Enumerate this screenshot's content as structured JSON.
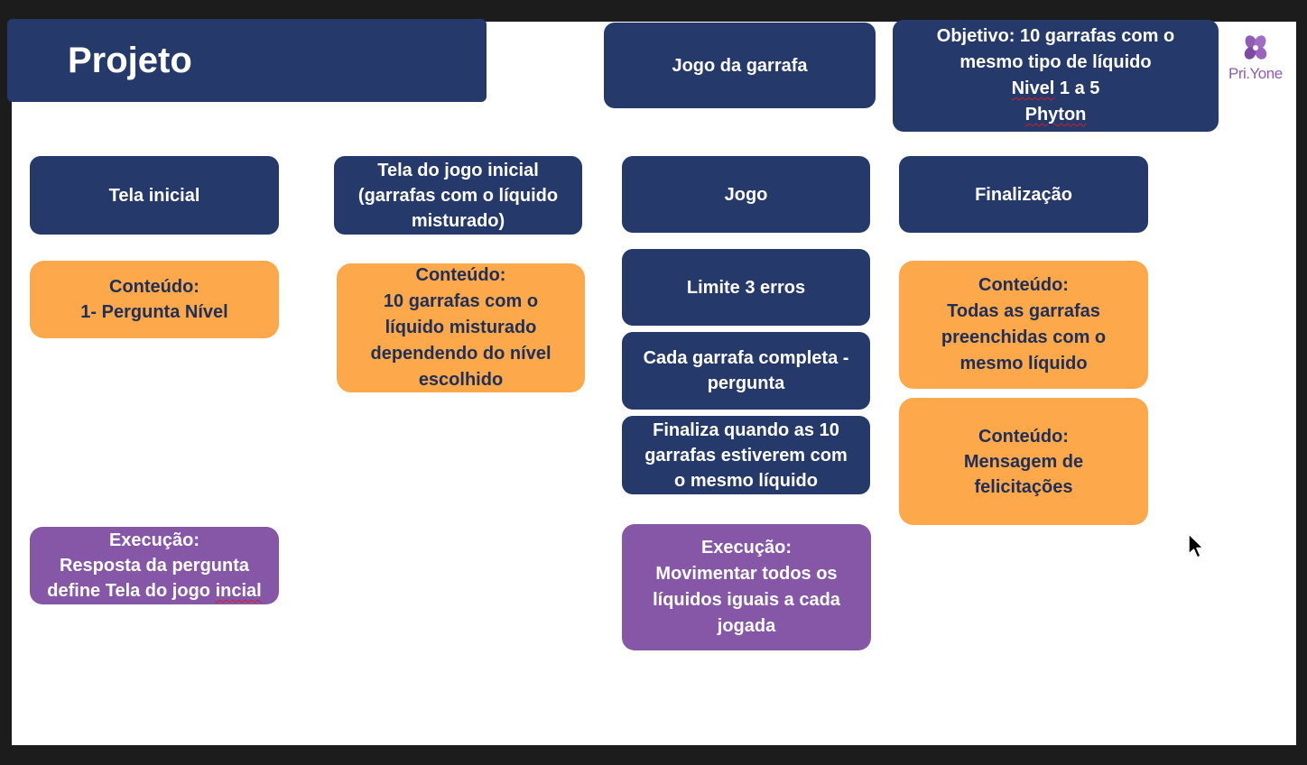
{
  "header": {
    "title": "Projeto",
    "game_name": "Jogo da garrafa",
    "objective_lines": [
      "Objetivo: 10 garrafas com o",
      "mesmo tipo de líquido"
    ],
    "level_word": "Nivel",
    "level_rest": " 1 a 5",
    "language": "Phyton"
  },
  "logo": {
    "text": "Pri.Yone",
    "icon": "violet-flower-icon"
  },
  "columns": {
    "tela_inicial": {
      "header": "Tela inicial",
      "content_lines": [
        "Conteúdo:",
        "1- Pergunta Nível"
      ],
      "execution_lines": [
        "Execução:",
        "Resposta da pergunta"
      ],
      "execution_last_prefix": "define Tela do jogo ",
      "execution_last_word": "incial"
    },
    "tela_jogo": {
      "header_lines": [
        "Tela do jogo inicial",
        "(garrafas com o líquido",
        "misturado)"
      ],
      "content_lines": [
        "Conteúdo:",
        "10 garrafas com o",
        "líquido misturado",
        "dependendo do nível",
        "escolhido"
      ]
    },
    "jogo": {
      "header": "Jogo",
      "rule1": "Limite 3 erros",
      "rule2_lines": [
        "Cada garrafa completa  -",
        "pergunta"
      ],
      "rule3_lines": [
        "Finaliza quando as 10",
        "garrafas estiverem com",
        "o mesmo líquido"
      ],
      "execution_lines": [
        "Execução:",
        "Movimentar todos os",
        "líquidos iguais a cada",
        "jogada"
      ]
    },
    "finalizacao": {
      "header": "Finalização",
      "content1_lines": [
        "Conteúdo:",
        "Todas as garrafas",
        "preenchidas com o",
        "mesmo líquido"
      ],
      "content2_lines": [
        "Conteúdo:",
        "Mensagem de",
        "felicitações"
      ]
    }
  },
  "colors": {
    "navy": "#253a6b",
    "orange": "#fca84b",
    "purple": "#8657a7",
    "background": "#ffffff",
    "frame": "#1c1c1c"
  }
}
